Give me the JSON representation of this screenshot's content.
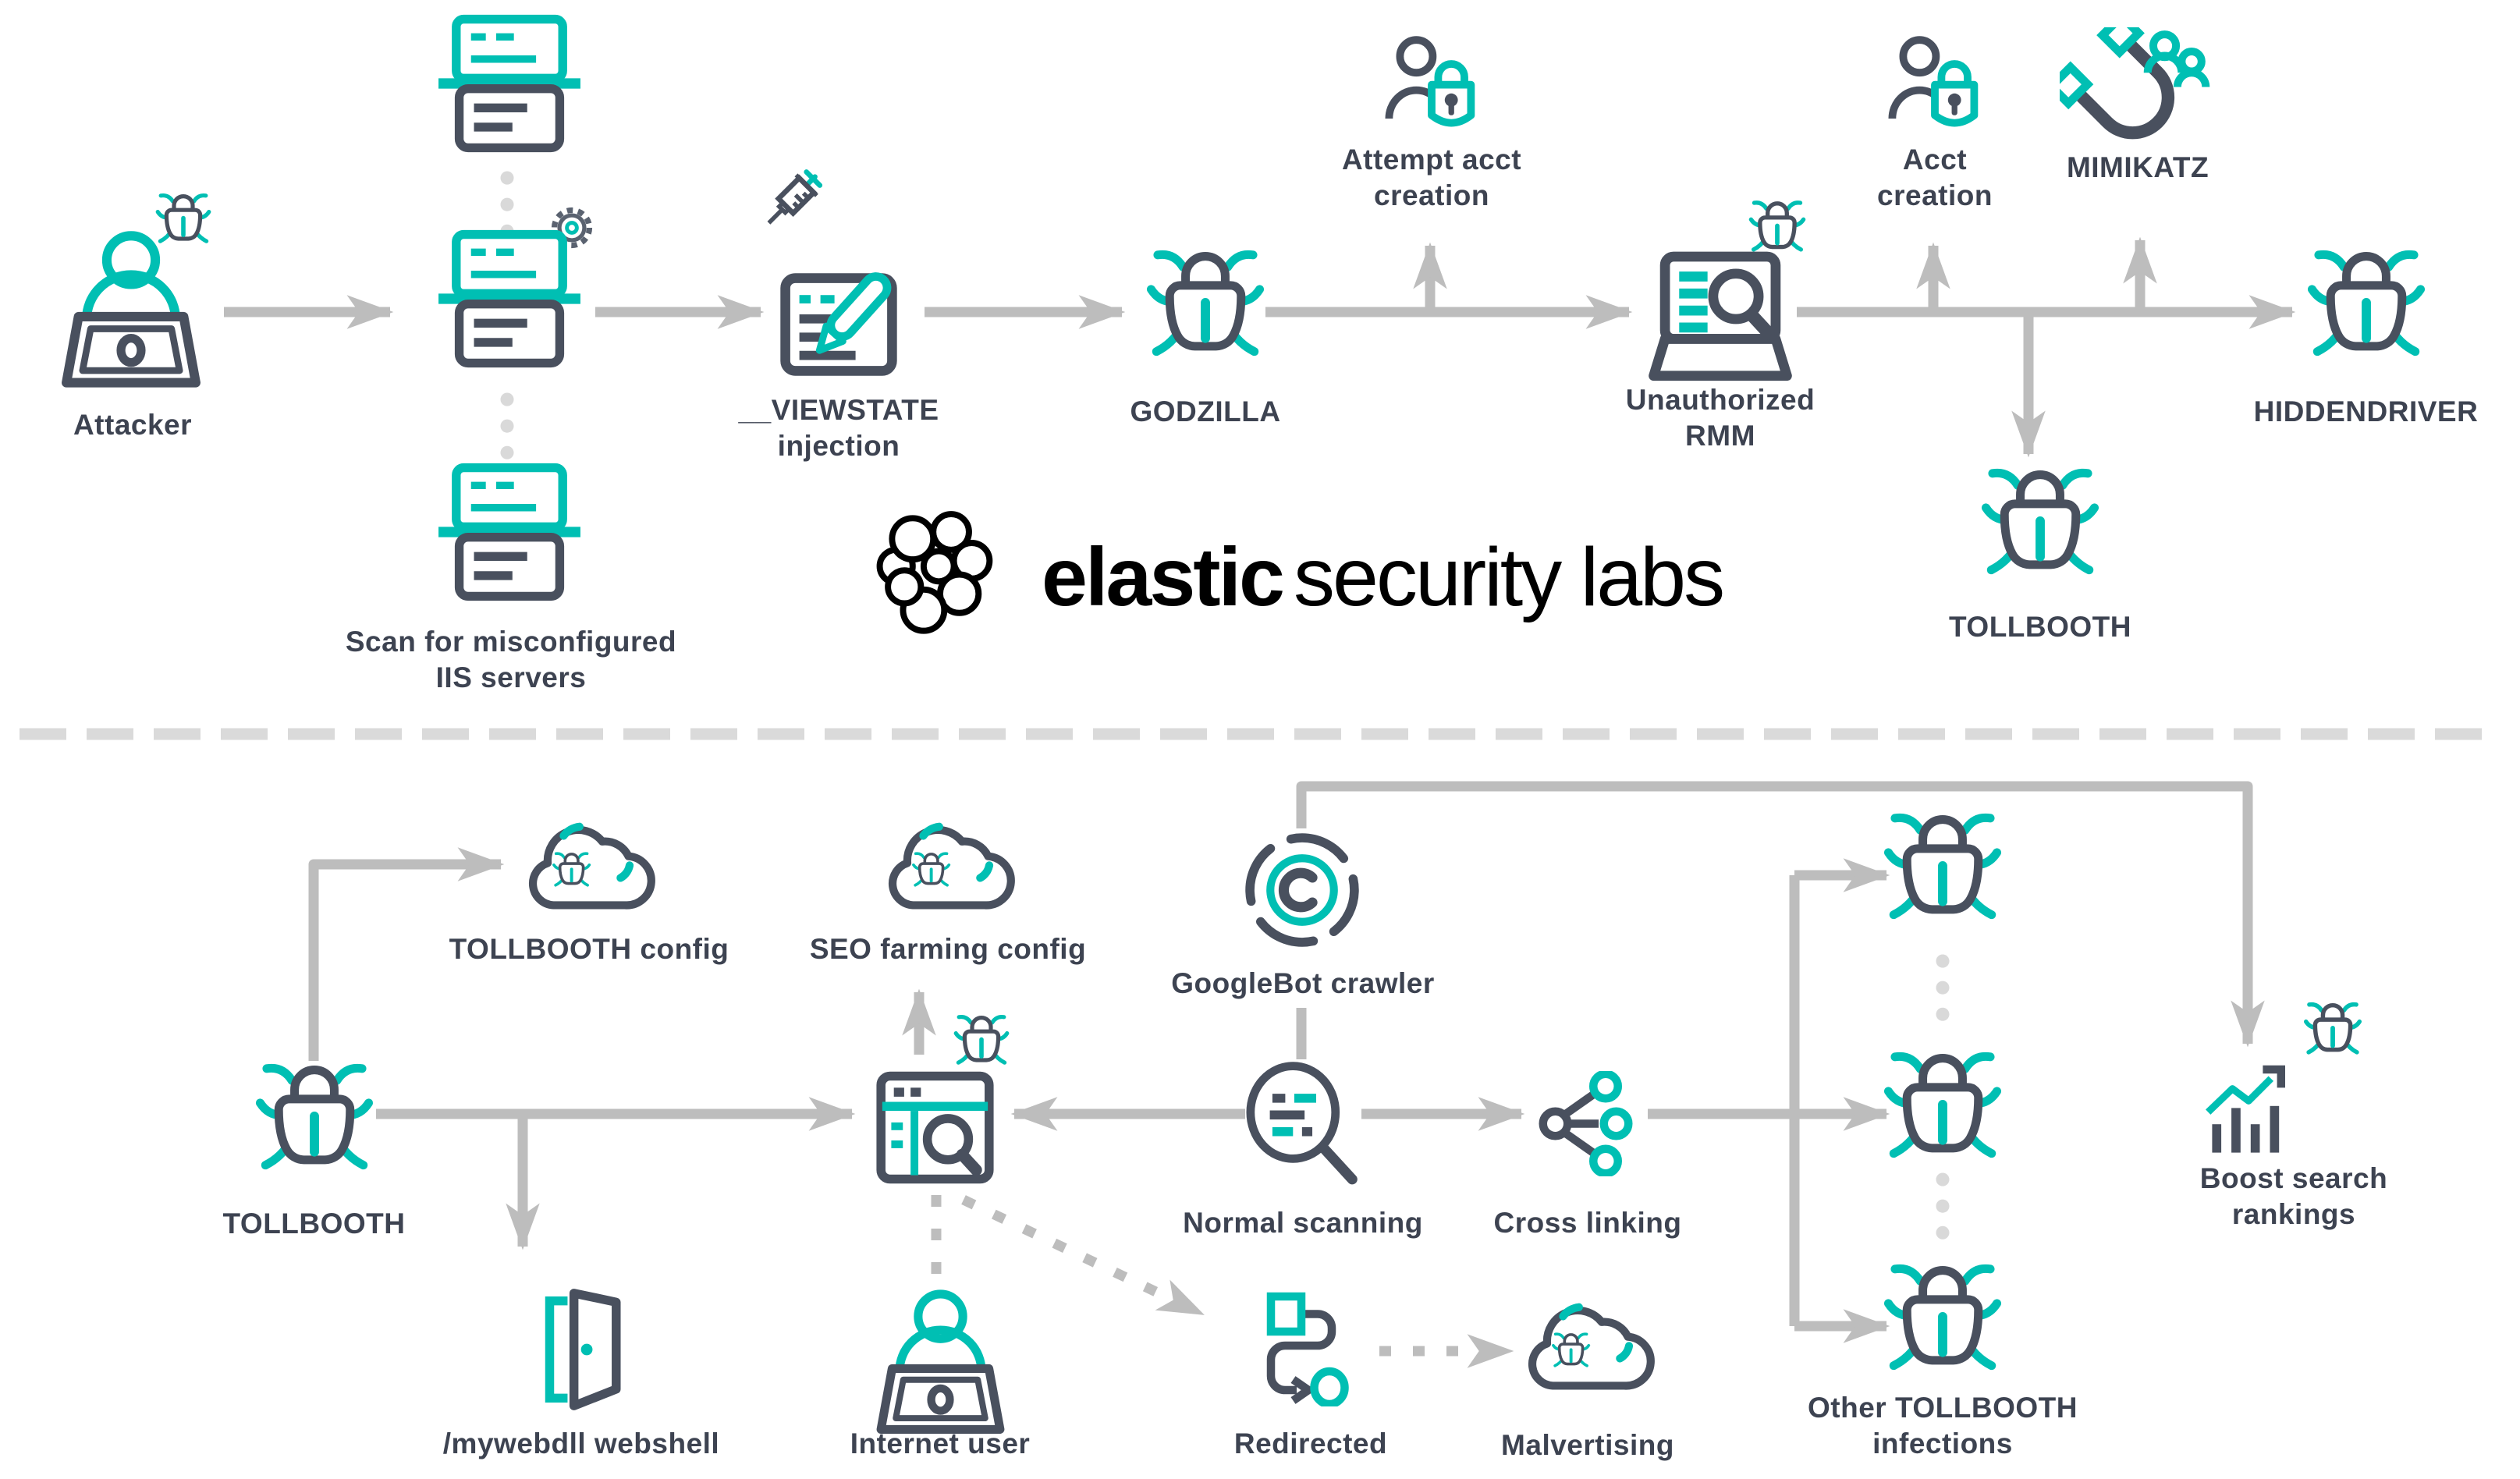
{
  "title": "TOLLBOOTH attack chain diagram",
  "logo": {
    "brand": "elastic",
    "suffix": "security labs"
  },
  "colors": {
    "teal": "#00BFB3",
    "ink": "#49505E",
    "label_text": "#3D4351",
    "arrow_gray": "#BDBDBD",
    "divider_gray": "#DADADA",
    "dot_gray": "#D9D9D9",
    "background": "#FFFFFF",
    "logo_black": "#000000"
  },
  "nodes": {
    "attacker": {
      "label": "Attacker"
    },
    "scan_iis": {
      "label": "Scan for misconfigured\nIIS servers"
    },
    "viewstate": {
      "label": "__VIEWSTATE\ninjection"
    },
    "godzilla": {
      "label": "GODZILLA"
    },
    "attempt_acct": {
      "label": "Attempt acct\ncreation"
    },
    "unauthorized_rmm": {
      "label": "Unauthorized\nRMM"
    },
    "acct_creation": {
      "label": "Acct\ncreation"
    },
    "mimikatz": {
      "label": "MIMIKATZ"
    },
    "tollbooth_top": {
      "label": "TOLLBOOTH"
    },
    "hiddendriver": {
      "label": "HIDDENDRIVER"
    },
    "tollbooth_bottom": {
      "label": "TOLLBOOTH"
    },
    "tollbooth_config": {
      "label": "TOLLBOOTH config"
    },
    "seo_farming_config": {
      "label": "SEO farming config"
    },
    "googlebot_crawler": {
      "label": "GoogleBot crawler"
    },
    "mywebdll_webshell": {
      "label": "/mywebdll webshell"
    },
    "internet_user": {
      "label": "Internet user"
    },
    "normal_scanning": {
      "label": "Normal scanning"
    },
    "cross_linking": {
      "label": "Cross linking"
    },
    "redirected": {
      "label": "Redirected"
    },
    "malvertising": {
      "label": "Malvertising"
    },
    "other_infections": {
      "label": "Other TOLLBOOTH\ninfections"
    },
    "boost_search": {
      "label": "Boost search\nrankings"
    }
  }
}
